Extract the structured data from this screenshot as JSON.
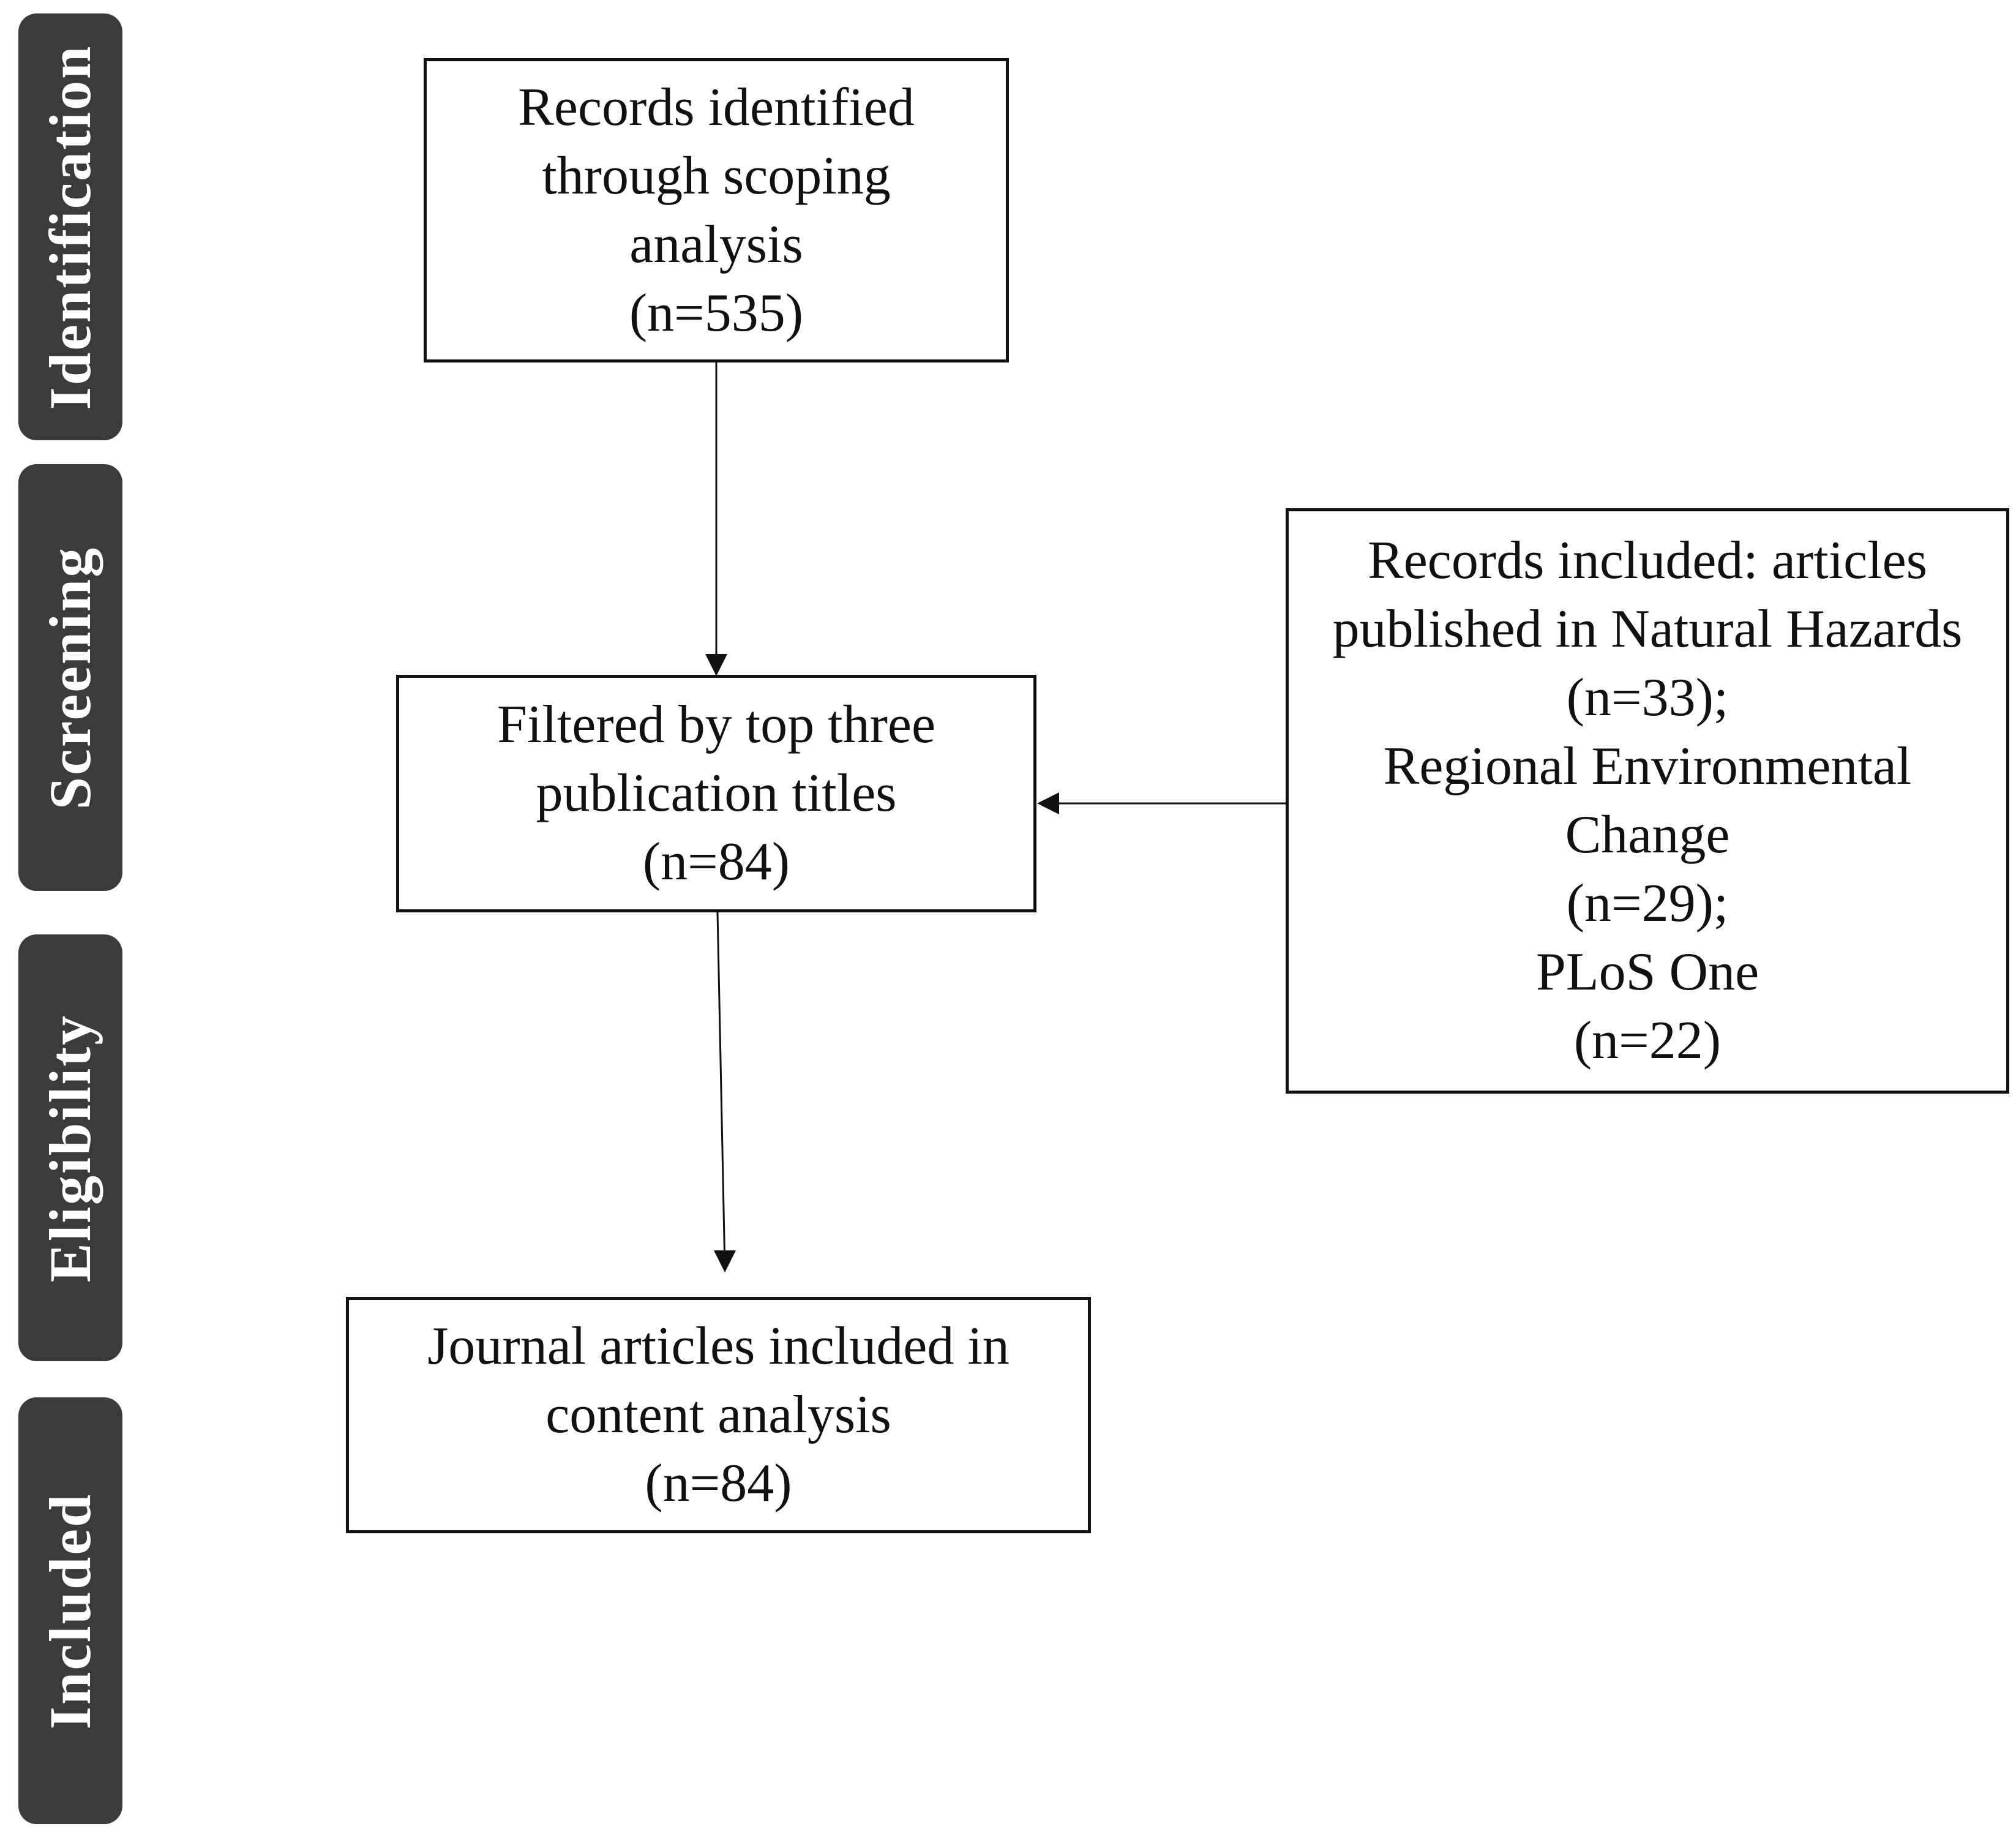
{
  "stages": [
    {
      "id": "identification",
      "label": "Identification"
    },
    {
      "id": "screening",
      "label": "Screening"
    },
    {
      "id": "eligibility",
      "label": "Eligibility"
    },
    {
      "id": "included",
      "label": "Included"
    }
  ],
  "boxes": {
    "identified": {
      "lines": [
        "Records identified",
        "through scoping",
        "analysis",
        "(n=535)"
      ]
    },
    "filtered": {
      "lines": [
        "Filtered by top three",
        "publication titles",
        "(n=84)"
      ]
    },
    "journals": {
      "lines": [
        "Records included: articles",
        "published in Natural Hazards",
        "(n=33);",
        "Regional Environmental",
        "Change",
        "(n=29);",
        "PLoS One",
        "(n=22)"
      ]
    },
    "content": {
      "lines": [
        "Journal articles included in",
        "content analysis",
        "(n=84)"
      ]
    }
  },
  "colors": {
    "stage_fill": "#3b3b3b",
    "stage_text": "#ffffff",
    "line": "#111111"
  }
}
